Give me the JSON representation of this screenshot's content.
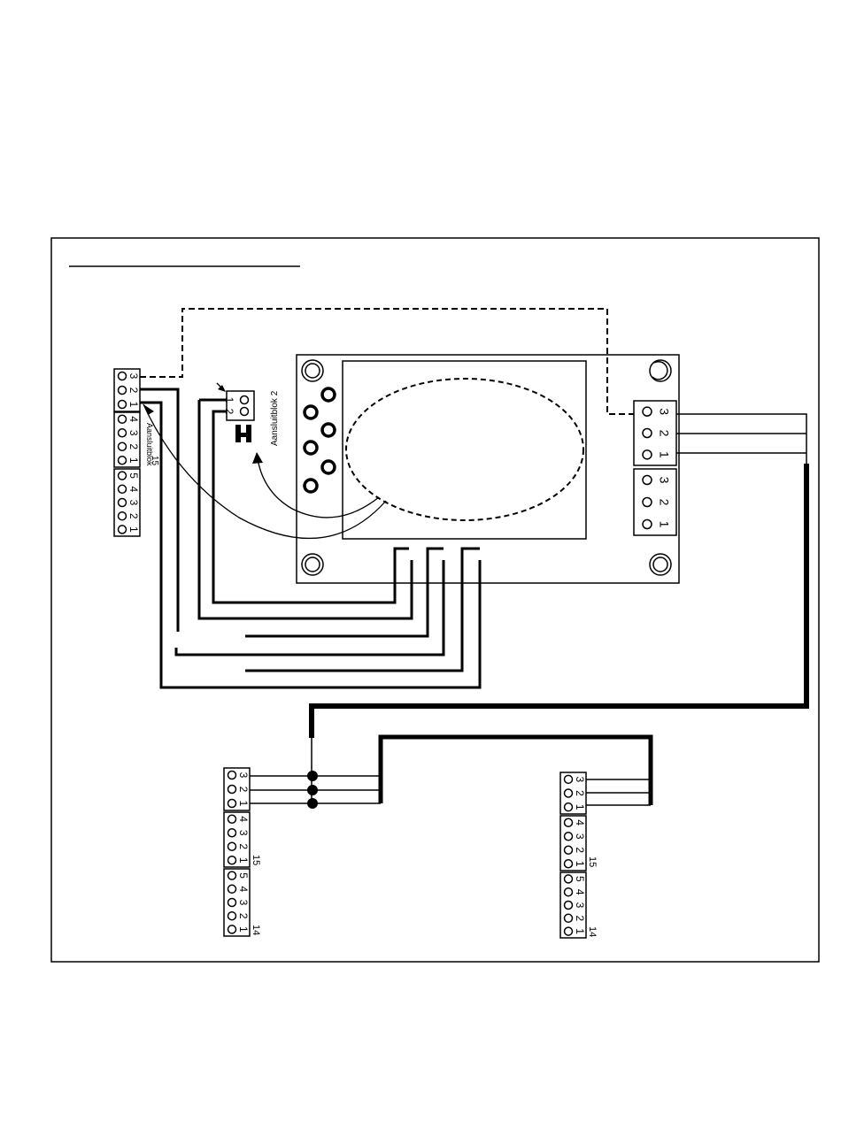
{
  "colors": {
    "line": "#000000",
    "background": "#ffffff"
  },
  "terminal_blocks": {
    "top_left": {
      "a": [
        "3",
        "2",
        "1"
      ],
      "b": [
        "4",
        "3",
        "2",
        "1"
      ],
      "c": [
        "5",
        "4",
        "3",
        "2",
        "1"
      ],
      "caption": "Aansluitblok",
      "number": "15"
    },
    "small_connector": {
      "pins": [
        "1",
        "2"
      ],
      "caption": "Aansluitblok 2"
    },
    "board_right_upper": [
      "3",
      "2",
      "1"
    ],
    "board_right_lower": [
      "3",
      "2",
      "1"
    ],
    "bottom_left": {
      "a": [
        "3",
        "2",
        "1"
      ],
      "b": [
        "4",
        "3",
        "2",
        "1"
      ],
      "c": [
        "5",
        "4",
        "3",
        "2",
        "1"
      ],
      "label_b": "15",
      "label_c": "14"
    },
    "bottom_right": {
      "a": [
        "3",
        "2",
        "1"
      ],
      "b": [
        "4",
        "3",
        "2",
        "1"
      ],
      "c": [
        "5",
        "4",
        "3",
        "2",
        "1"
      ],
      "label_b": "15",
      "label_c": "14"
    }
  }
}
